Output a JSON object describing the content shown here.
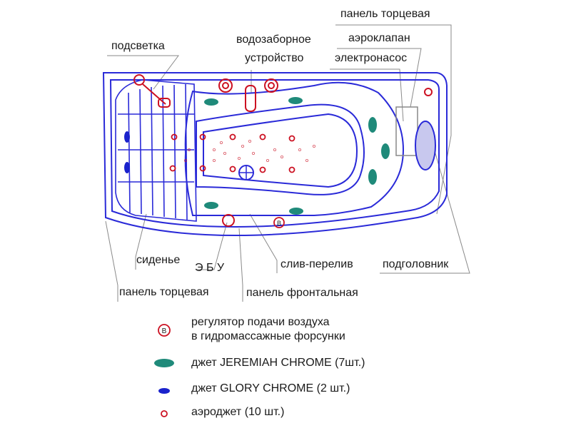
{
  "labels": {
    "panel_end_top": "панель торцевая",
    "backlight": "подсветка",
    "intake_line1": "водозаборное",
    "intake_line2": "устройство",
    "air_valve": "аэроклапан",
    "pump": "электронасос",
    "seat": "сиденье",
    "ecu": "Э Б У",
    "drain": "слив-перелив",
    "headrest": "подголовник",
    "panel_end_bottom": "панель торцевая",
    "panel_front": "панель фронтальная"
  },
  "legend": [
    {
      "symbol": "air-regulator",
      "symbol_text": "B",
      "text_line1": "регулятор подачи воздуха",
      "text_line2": "в гидромассажные форсунки"
    },
    {
      "symbol": "jet-jeremiah",
      "color": "#1f8a7a",
      "text_line1": "джет JEREMIAH CHROME  (7шт.)"
    },
    {
      "symbol": "jet-glory",
      "color": "#1a22cc",
      "text_line1": "джет GLORY CHROME (2 шт.)"
    },
    {
      "symbol": "aerojet",
      "color": "#cc1122",
      "text_line1": "аэроджет (10 шт.)"
    }
  ],
  "markers": {
    "regulator_text": "B"
  },
  "colors": {
    "outline": "#2a2ad8",
    "jet_teal": "#1f8a7a",
    "jet_blue": "#1a22cc",
    "aerojet_red": "#cc1122",
    "leader": "#8a8a8a"
  }
}
